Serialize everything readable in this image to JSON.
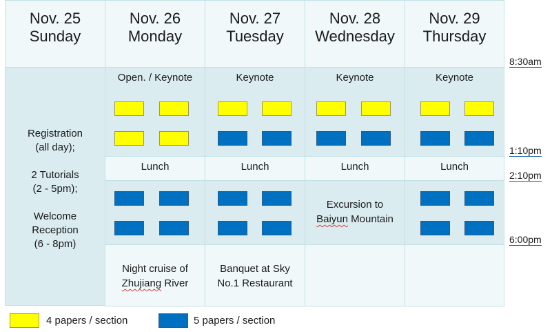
{
  "days": [
    {
      "date": "Nov. 25",
      "weekday": "Sunday"
    },
    {
      "date": "Nov. 26",
      "weekday": "Monday"
    },
    {
      "date": "Nov. 27",
      "weekday": "Tuesday"
    },
    {
      "date": "Nov. 28",
      "weekday": "Wednesday"
    },
    {
      "date": "Nov. 29",
      "weekday": "Thursday"
    }
  ],
  "times": [
    "8:30am",
    "1:10pm",
    "2:10pm",
    "6:00pm"
  ],
  "sunday": {
    "text": "Registration\n(all day);\n\n2 Tutorials\n(2 - 5pm);\n\nWelcome\nReception\n(6 - 8pm)"
  },
  "morning": {
    "titles": [
      "Open. / Keynote",
      "Keynote",
      "Keynote",
      "Keynote"
    ],
    "row2_colors": [
      "yellow",
      "blue",
      "blue",
      "blue"
    ]
  },
  "lunch": {
    "label": "Lunch"
  },
  "afternoon": {
    "excursion_line1": "Excursion to",
    "excursion_line2_a": "Baiyun",
    "excursion_line2_b": " Mountain"
  },
  "evening": {
    "mon_line1": "Night cruise of",
    "mon_line2_a": "Zhujiang",
    "mon_line2_b": " River",
    "tue_line1": "Banquet at Sky",
    "tue_line2": "No.1 Restaurant"
  },
  "legend": {
    "yellow_label": "4 papers / section",
    "blue_label": "5 papers / section"
  },
  "colors": {
    "yellow": "#ffff00",
    "blue": "#0070c0",
    "cell_dark": "#dbecf0",
    "cell_light": "#f1f8fa"
  }
}
